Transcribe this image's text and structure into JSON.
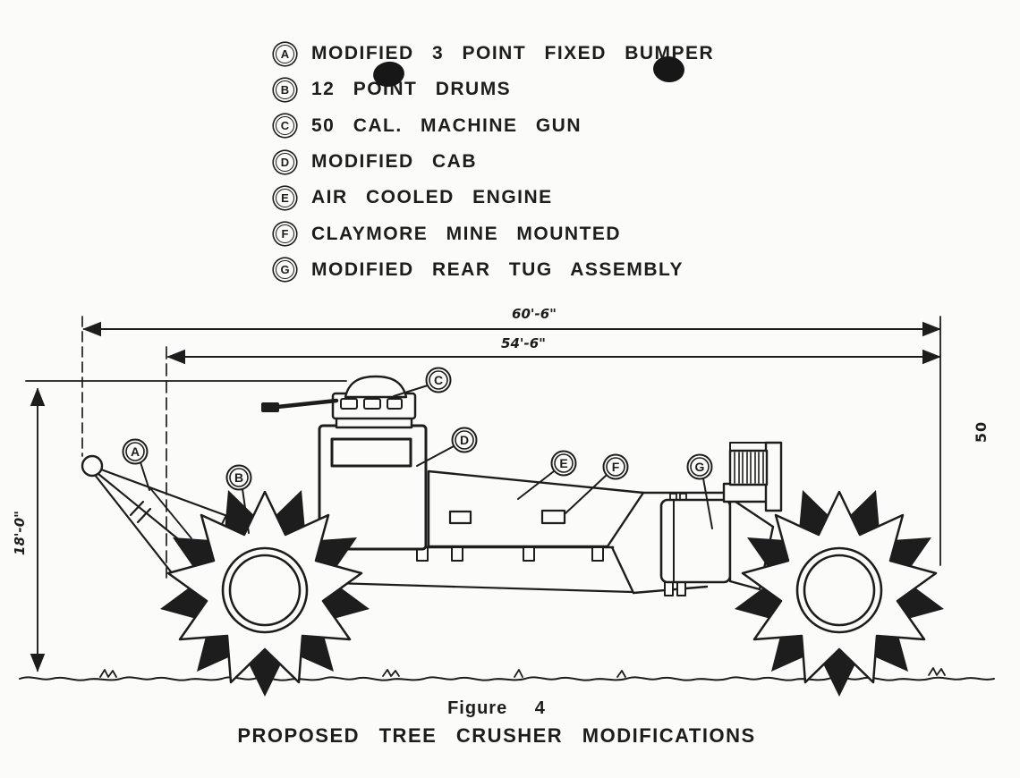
{
  "document": {
    "page_number": "50",
    "figure_label": "Figure 4",
    "figure_title": "PROPOSED TREE CRUSHER MODIFICATIONS"
  },
  "legend": {
    "items": [
      {
        "id": "A",
        "label": "MODIFIED 3 POINT FIXED BUMPER"
      },
      {
        "id": "B",
        "label": "12 POINT DRUMS"
      },
      {
        "id": "C",
        "label": "50 CAL. MACHINE GUN"
      },
      {
        "id": "D",
        "label": "MODIFIED CAB"
      },
      {
        "id": "E",
        "label": "AIR COOLED ENGINE"
      },
      {
        "id": "F",
        "label": "CLAYMORE MINE MOUNTED"
      },
      {
        "id": "G",
        "label": "MODIFIED REAR TUG ASSEMBLY"
      }
    ]
  },
  "dimensions": {
    "overall_length": "60'-6\"",
    "crush_length": "54'-6\"",
    "height": "18'-0\""
  },
  "colors": {
    "ink": "#1d1d1d",
    "paper": "#fbfbf9"
  }
}
